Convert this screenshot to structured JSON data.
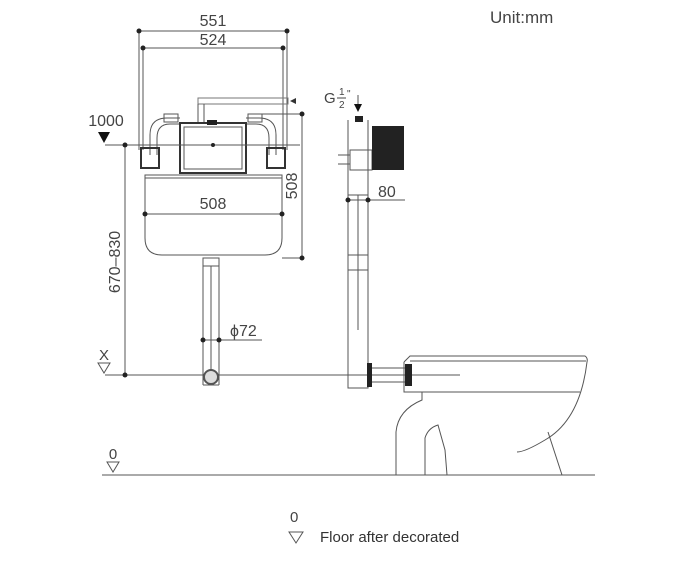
{
  "unit_label": "Unit:mm",
  "dimensions": {
    "frame_outer_width": "551",
    "frame_inner_width": "524",
    "tank_width": "508",
    "tank_height": "508",
    "height_range": "670–830",
    "pipe_diameter": "ϕ72",
    "side_depth": "80",
    "top_level": "1000",
    "flush_level": "X",
    "floor_level": "0"
  },
  "inlet": {
    "label_prefix": "G",
    "label_num": "1",
    "label_den": "2",
    "label_suffix": "\""
  },
  "legend": {
    "zero": "0",
    "text": "Floor after decorated"
  },
  "colors": {
    "line": "#555555",
    "dark": "#222222",
    "text": "#444444"
  }
}
